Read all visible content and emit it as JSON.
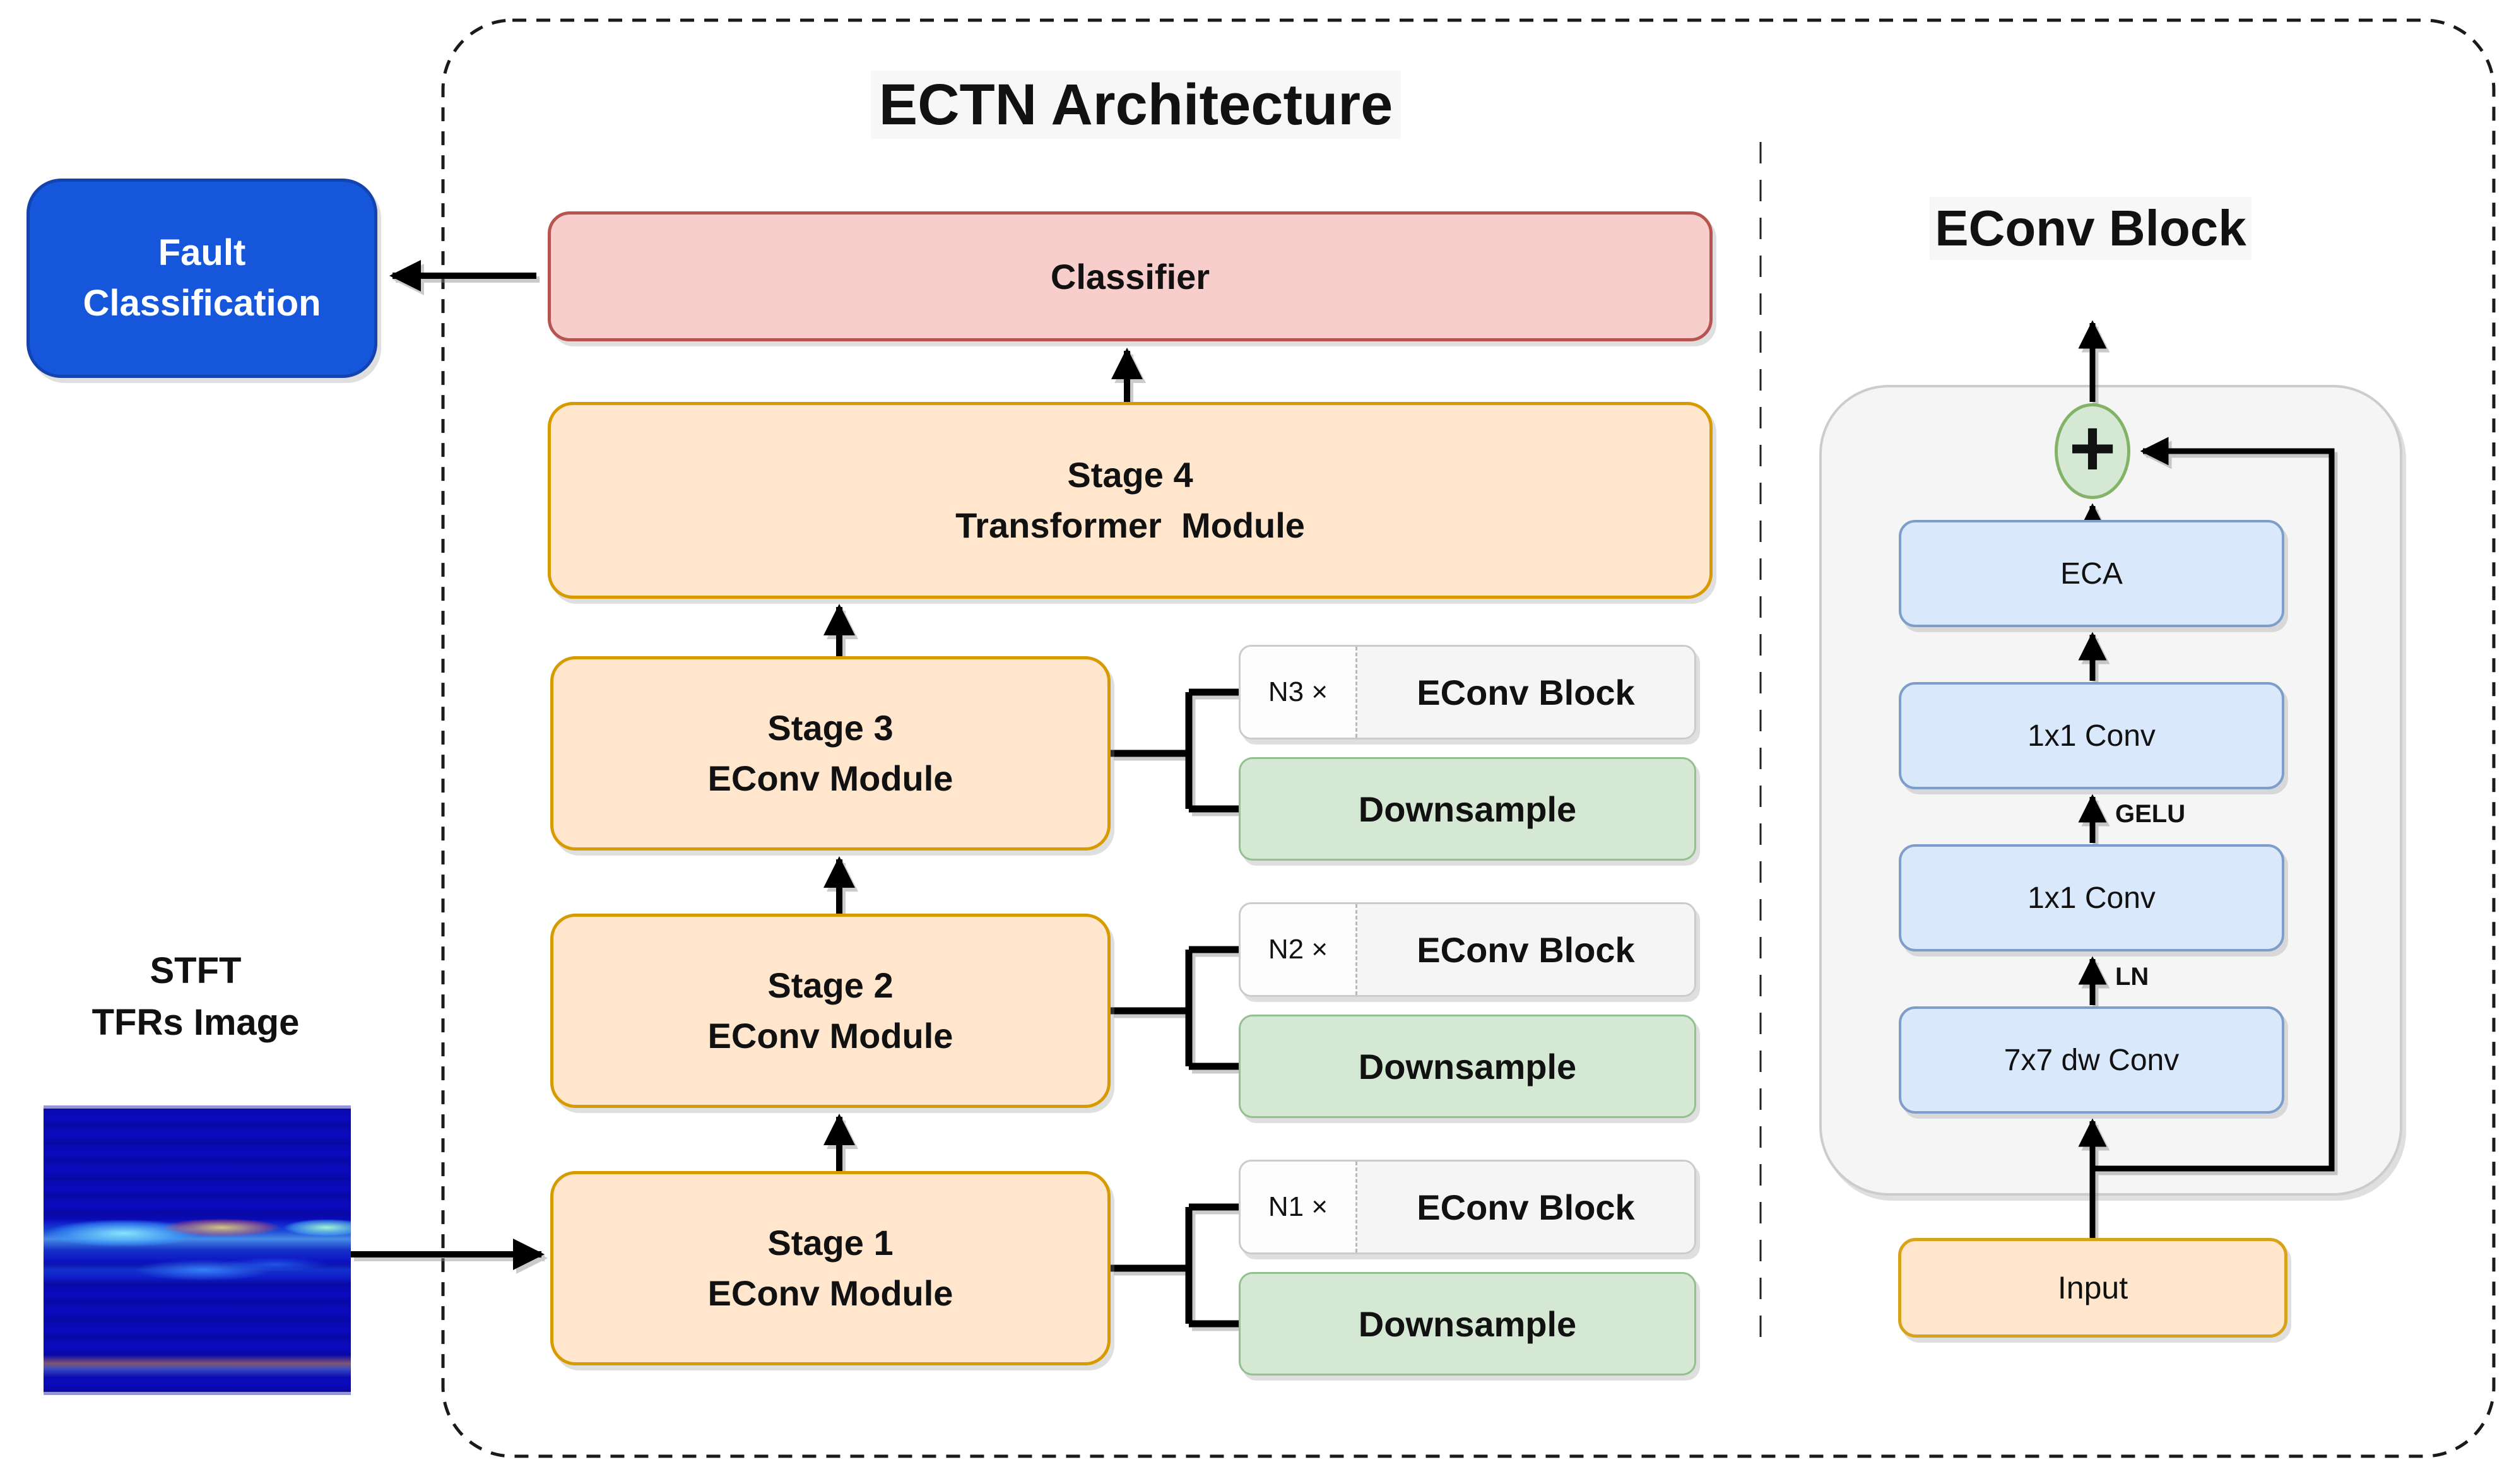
{
  "diagram": {
    "title": "ECTN Architecture",
    "fault_box": {
      "line1": "Fault",
      "line2": "Classification"
    },
    "classifier_label": "Classifier",
    "stage4": {
      "line1": "Stage 4",
      "line2": "Transformer  Module"
    },
    "stages": [
      {
        "line1": "Stage 3",
        "line2": "EConv Module",
        "count": "N3 ×",
        "block": "EConv Block",
        "downsample": "Downsample"
      },
      {
        "line1": "Stage 2",
        "line2": "EConv Module",
        "count": "N2 ×",
        "block": "EConv Block",
        "downsample": "Downsample"
      },
      {
        "line1": "Stage 1",
        "line2": "EConv Module",
        "count": "N1 ×",
        "block": "EConv Block",
        "downsample": "Downsample"
      }
    ],
    "input_image_label": {
      "line1": "STFT",
      "line2": "TFRs Image"
    },
    "econv_detail": {
      "title": "EConv Block",
      "plus_icon": "+",
      "eca": "ECA",
      "conv1x1_top": "1x1 Conv",
      "gelu": "GELU",
      "conv1x1_bottom": "1x1 Conv",
      "ln": "LN",
      "dwconv": "7x7 dw Conv",
      "input": "Input"
    },
    "colors": {
      "fault_fill": "#1656DB",
      "fault_border": "#1243AE",
      "classifier_fill": "#F8CECC",
      "classifier_border": "#B85450",
      "stage_fill": "#FFE6CC",
      "stage_border": "#D79B00",
      "downsample_fill": "#D5E8D4",
      "downsample_border": "#93C08F",
      "block_fill": "#F5F5F5",
      "detail_box_fill": "#DAE8FC",
      "detail_box_border": "#7D9EC9",
      "plus_fill": "#D5E8D4",
      "plus_border": "#82B366",
      "input_border": "#D7A31B",
      "spectrogram_base": "#0909AC"
    }
  }
}
